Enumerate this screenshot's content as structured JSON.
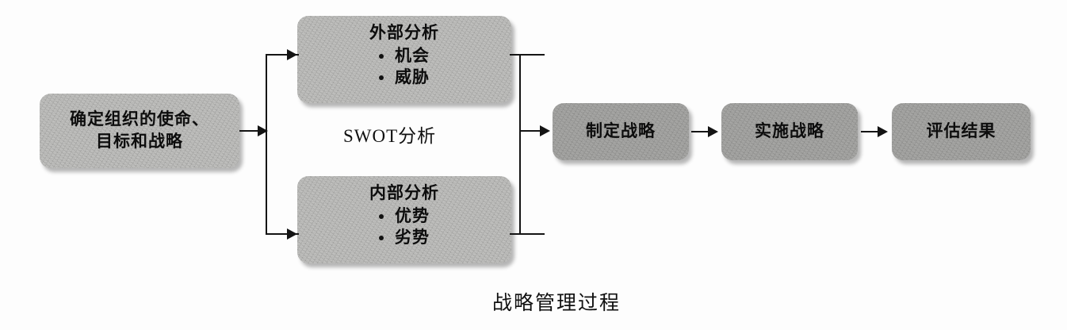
{
  "diagram": {
    "caption": "战略管理过程",
    "group_label": "SWOT分析",
    "colors": {
      "box_light": "#c2c2c0",
      "box_dark": "#a8a8a6",
      "line": "#141414",
      "text": "#0d0d0d",
      "background": "#fdfdfd"
    },
    "nodes": {
      "mission": {
        "line1": "确定组织的使命、",
        "line2": "目标和战略"
      },
      "external": {
        "title": "外部分析",
        "bullets": [
          "机会",
          "威胁"
        ]
      },
      "internal": {
        "title": "内部分析",
        "bullets": [
          "优势",
          "劣势"
        ]
      },
      "formulate": {
        "label": "制定战略"
      },
      "implement": {
        "label": "实施战略"
      },
      "evaluate": {
        "label": "评估结果"
      }
    }
  }
}
